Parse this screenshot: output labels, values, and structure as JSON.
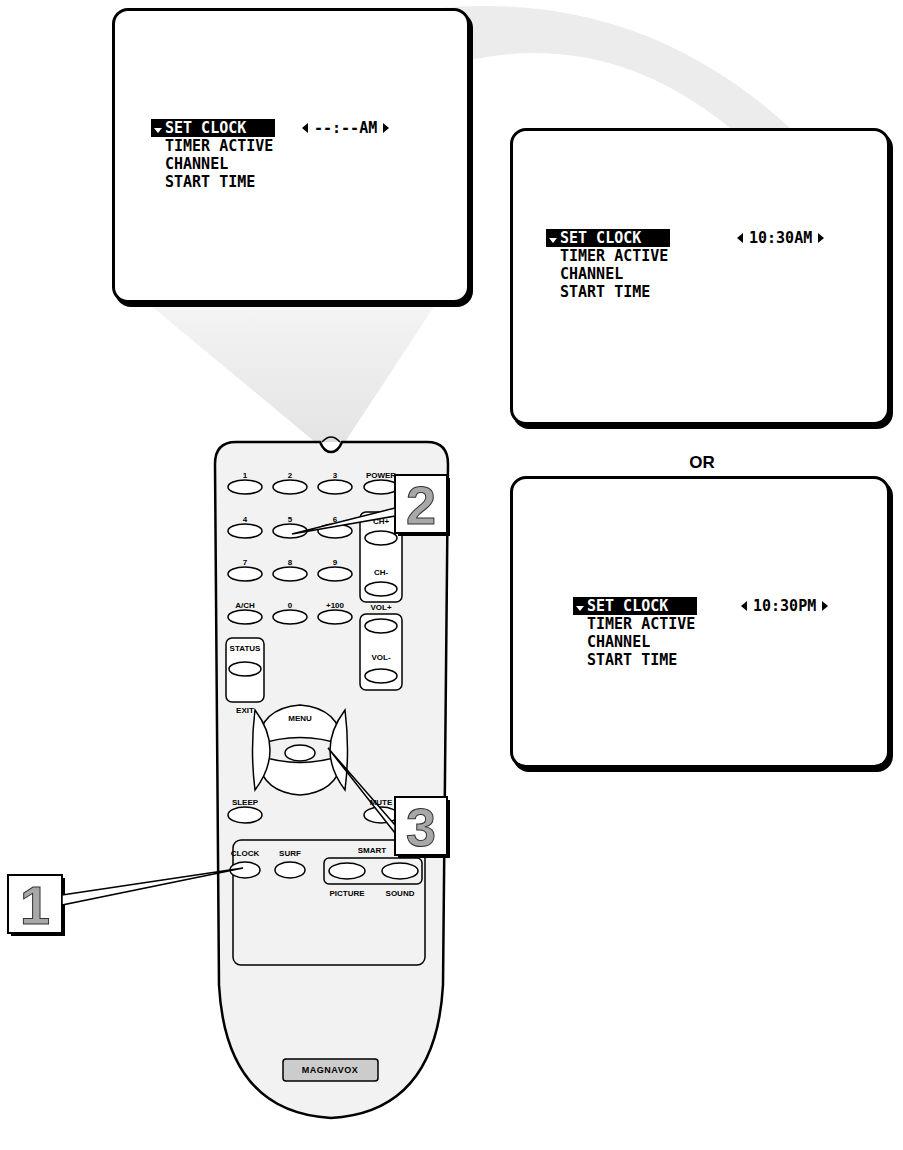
{
  "diagram": {
    "nodes": [
      {
        "text": [
          "SET CLOCK",
          "TIMER ACTIVE",
          "CHANNEL",
          "START TIME",
          "--:--AM"
        ]
      },
      {
        "text": [
          "SET CLOCK",
          "TIMER ACTIVE",
          "CHANNEL",
          "START TIME",
          "10:30AM"
        ]
      },
      {
        "text": [
          "SET CLOCK",
          "TIMER ACTIVE",
          "CHANNEL",
          "START TIME",
          "10:30PM"
        ]
      }
    ],
    "labels": [
      "2",
      "3",
      "1",
      "OR",
      "1",
      "2",
      "3",
      "POWER",
      "4",
      "5",
      "6",
      "CH+",
      "7",
      "8",
      "9",
      "CH-",
      "A/CH",
      "0",
      "+100",
      "VOL+",
      "STATUS",
      "EXIT",
      "VOL-",
      "MENU",
      "SLEEP",
      "MUTE",
      "CLOCK",
      "SURF",
      "SMART",
      "PICTURE",
      "SOUND",
      "MAGNAVOX"
    ]
  }
}
